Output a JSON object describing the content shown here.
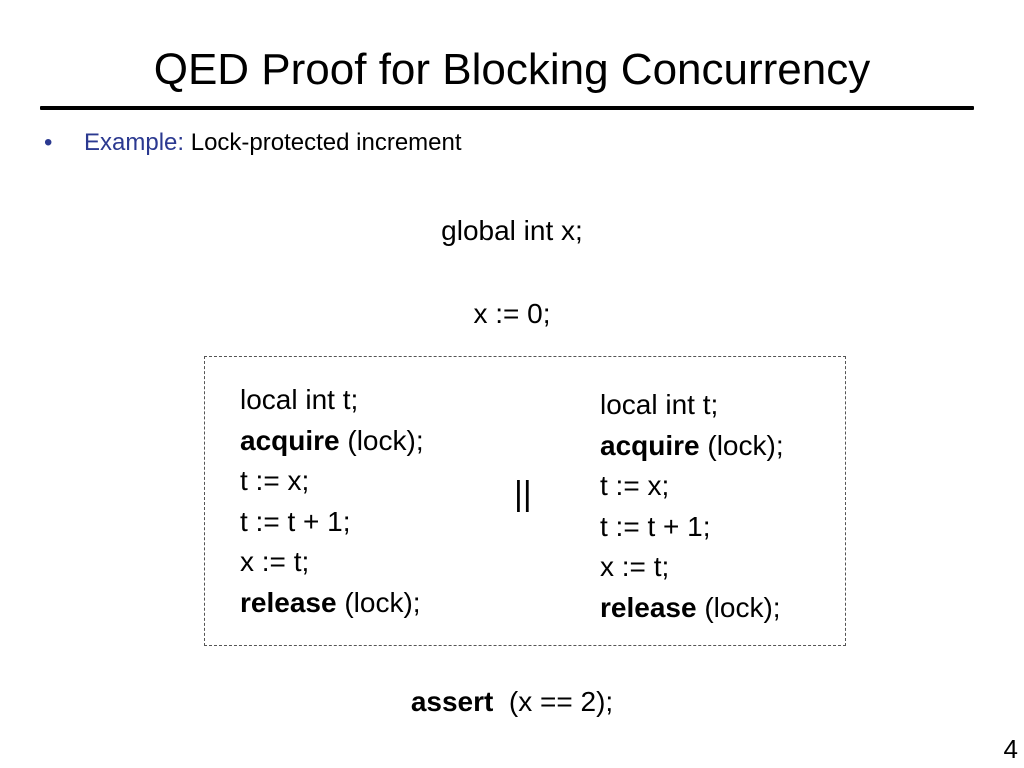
{
  "slide": {
    "title": "QED Proof for Blocking Concurrency",
    "bullet": {
      "marker": "•",
      "label": "Example:",
      "text": "Lock-protected increment"
    },
    "global_decl": "global int x;",
    "init": "x := 0;",
    "thread_left": {
      "line1": "local int t;",
      "acquire_kw": "acquire",
      "acquire_arg": "(lock);",
      "line3": "t := x;",
      "line4": "t := t + 1;",
      "line5": "x := t;",
      "release_kw": "release",
      "release_arg": "(lock);"
    },
    "parallel_operator": "||",
    "thread_right": {
      "line1": "local int t;",
      "acquire_kw": "acquire",
      "acquire_arg": "(lock);",
      "line3": "t := x;",
      "line4": "t := t + 1;",
      "line5": "x := t;",
      "release_kw": "release",
      "release_arg": "(lock);"
    },
    "assert_kw": "assert",
    "assert_expr": "(x == 2);",
    "page_number": "4"
  },
  "colors": {
    "accent": "#2b3990",
    "text": "#000000",
    "background": "#ffffff"
  }
}
